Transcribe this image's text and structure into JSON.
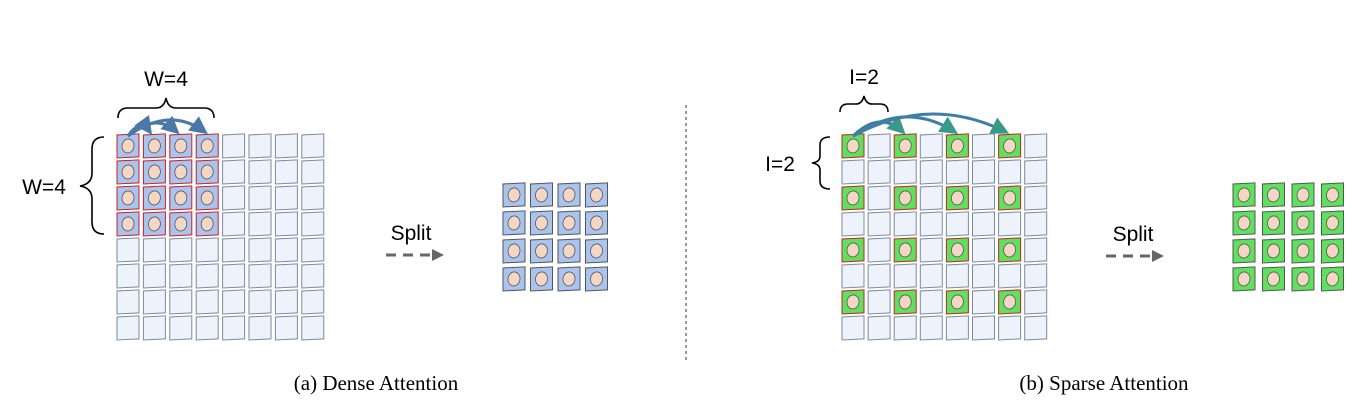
{
  "dense": {
    "width_label": "W=4",
    "height_label": "W=4",
    "split_label": "Split",
    "caption": "(a) Dense Attention"
  },
  "sparse": {
    "interval_top_label": "I=2",
    "interval_side_label": "I=2",
    "split_label": "Split",
    "caption": "(b) Sparse Attention"
  },
  "colors": {
    "empty_token": "#eef3fb",
    "dense_token": "#a9c4ef",
    "sparse_token": "#5fe05f",
    "token_dot": "#f4d6c4",
    "selected_border": "#cc2020",
    "arrow": "#4a79a8",
    "split_arrow": "#666666"
  }
}
